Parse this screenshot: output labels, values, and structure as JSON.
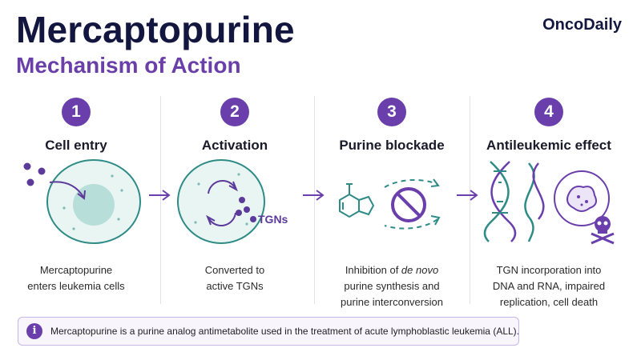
{
  "header": {
    "title": "Mercaptopurine",
    "subtitle": "Mechanism of Action",
    "brand": "OncoDaily"
  },
  "steps": [
    {
      "number": "1",
      "title": "Cell entry",
      "description": [
        "Mercaptopurine",
        "enters leukemia cells"
      ]
    },
    {
      "number": "2",
      "title": "Activation",
      "description": [
        "Converted to",
        "active TGNs"
      ],
      "illustration_label": "TGNs"
    },
    {
      "number": "3",
      "title": "Purine blockade",
      "description_prefix": "Inhibition of ",
      "description_italic": "de novo",
      "description": [
        "purine synthesis and",
        "purine interconversion"
      ]
    },
    {
      "number": "4",
      "title": "Antileukemic effect",
      "description": [
        "TGN incorporation into",
        "DNA and RNA, impaired",
        "replication, cell death"
      ]
    }
  ],
  "info": {
    "text": "Mercaptopurine is a purine analog antimetabolite used in the treatment of acute lymphoblastic leukemia (ALL).",
    "icon": "info-icon"
  },
  "colors": {
    "title": "#13173f",
    "accent_purple": "#6a3fab",
    "teal": "#2e8b86",
    "cell_fill": "#e9f5f3"
  }
}
